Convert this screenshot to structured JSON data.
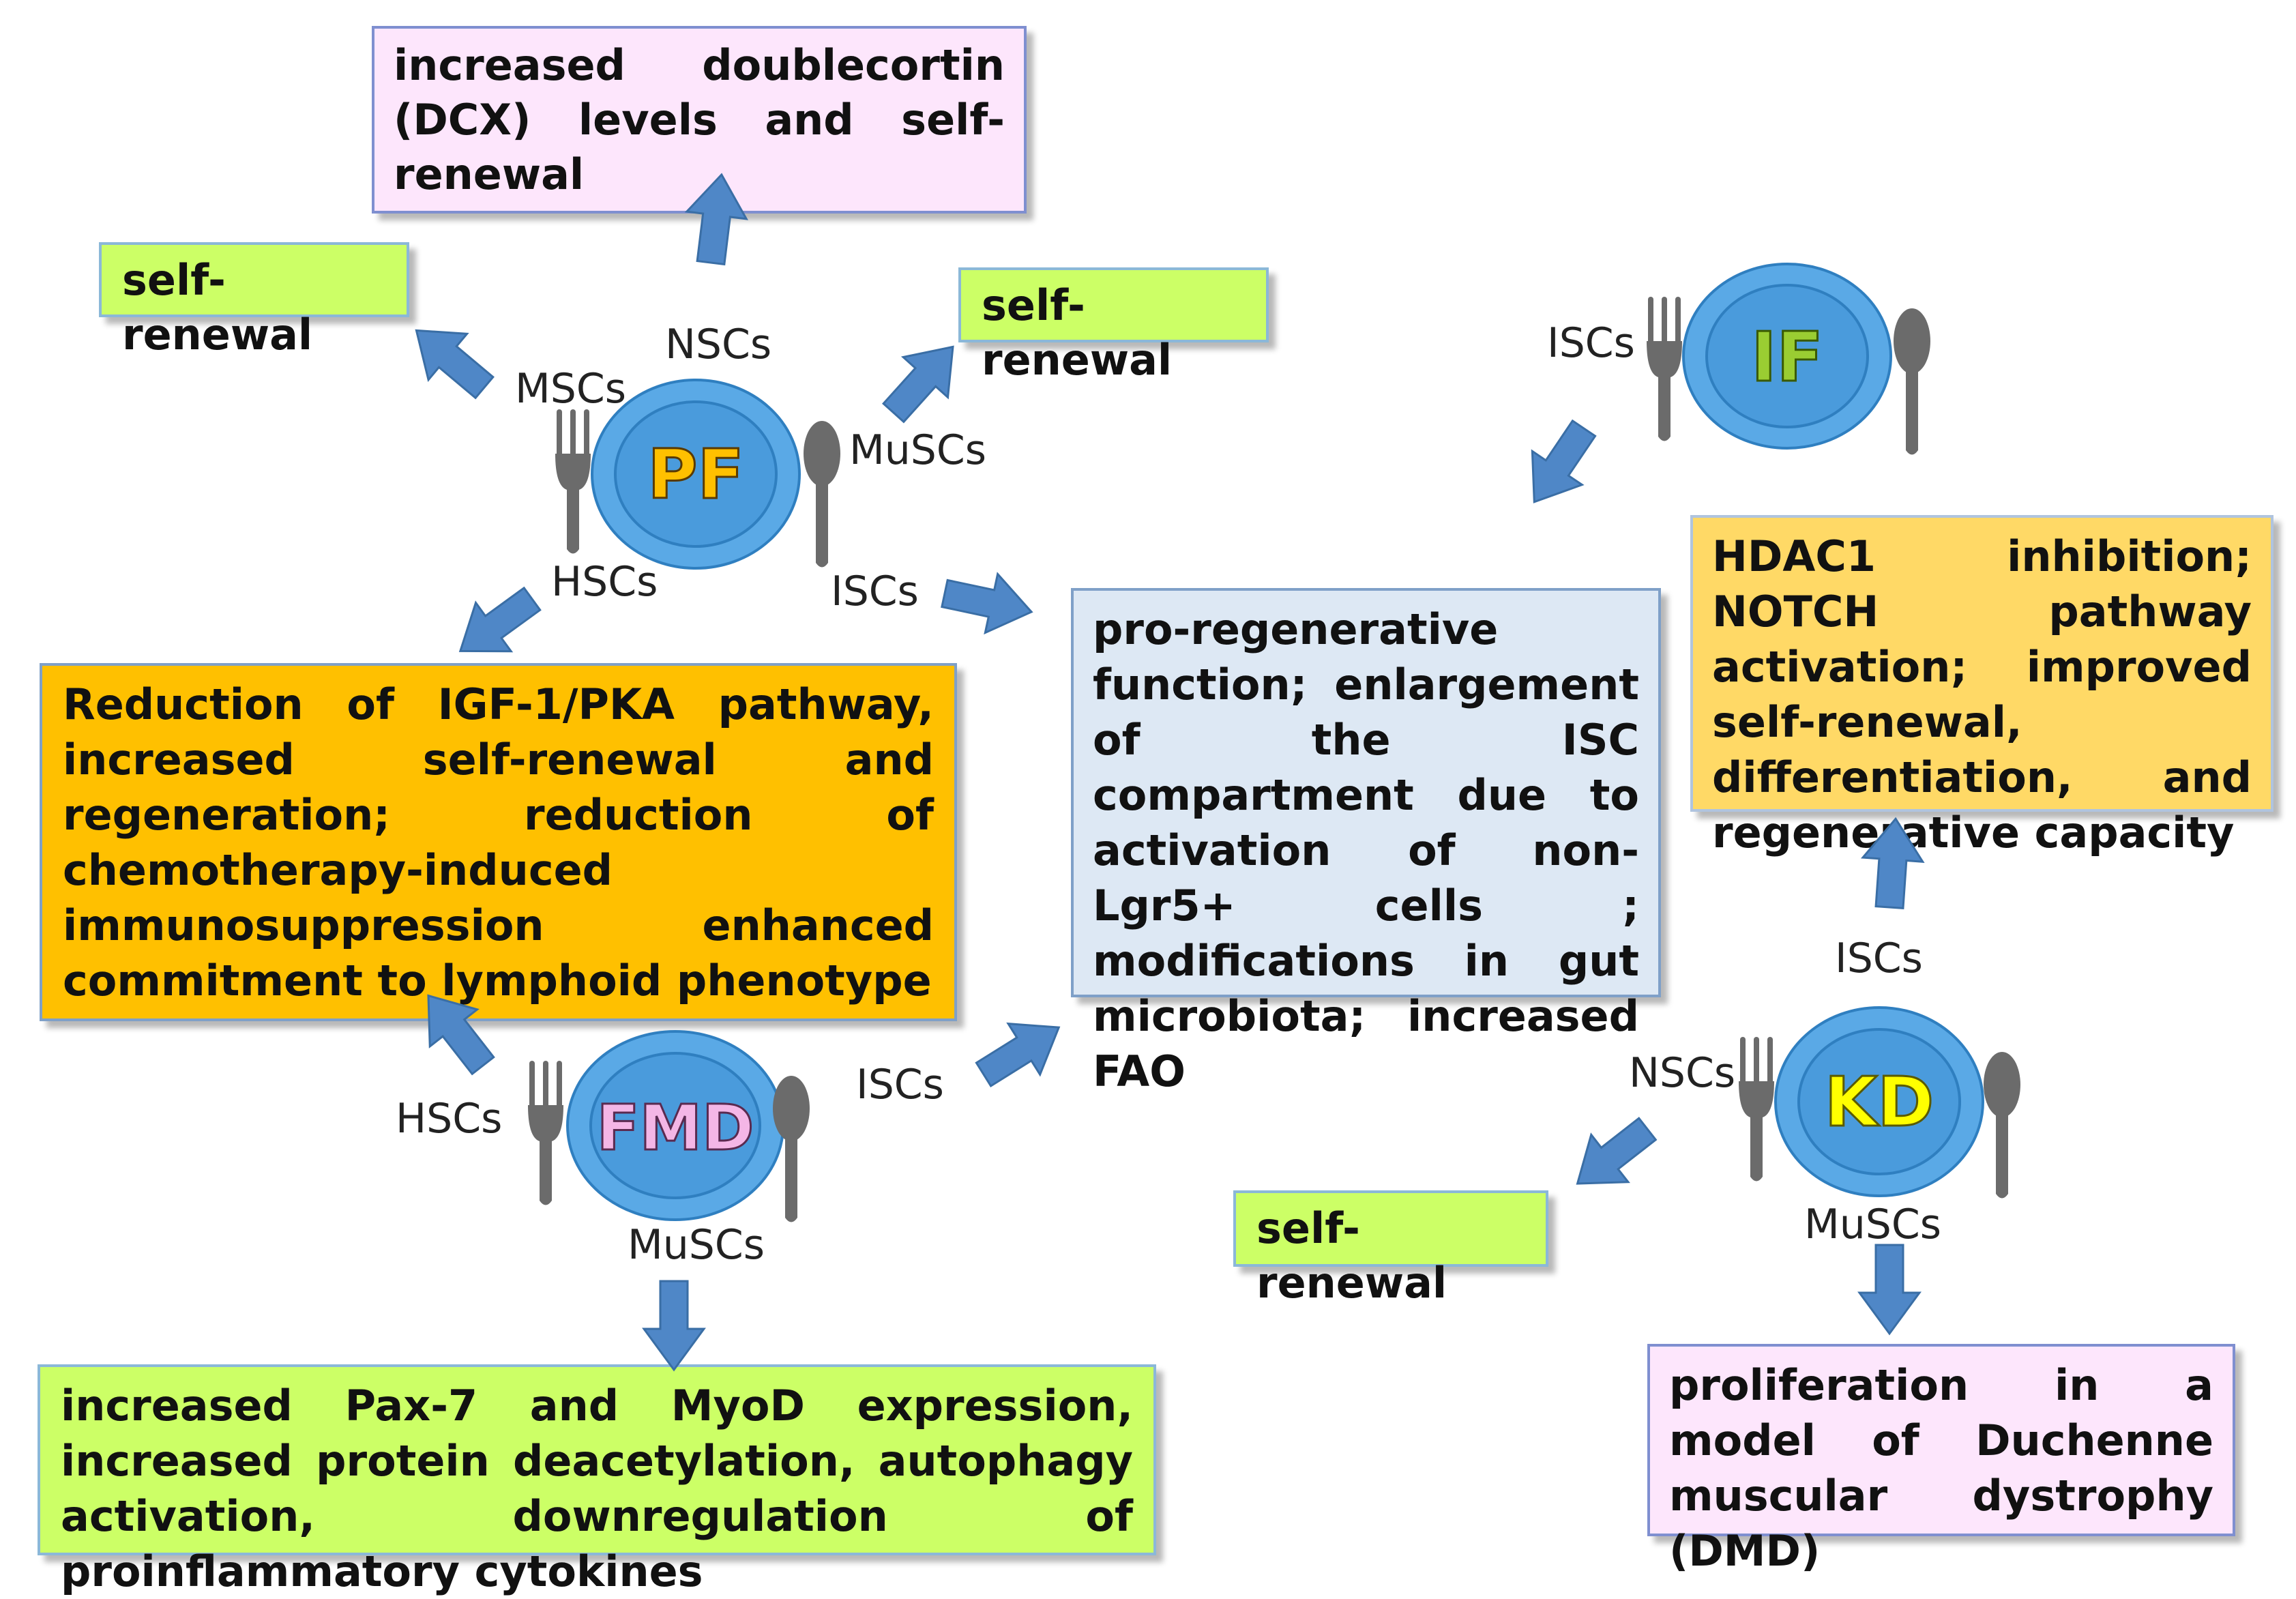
{
  "diets": {
    "pf": "PF",
    "fmd": "FMD",
    "if": "IF",
    "kd": "KD"
  },
  "cell_labels": {
    "pf_nscs": "NSCs",
    "pf_mscs": "MSCs",
    "pf_muscs": "MuSCs",
    "pf_hscs": "HSCs",
    "pf_iscs": "ISCs",
    "if_iscs": "ISCs",
    "fmd_hscs": "HSCs",
    "fmd_iscs": "ISCs",
    "fmd_muscs": "MuSCs",
    "kd_iscs": "ISCs",
    "kd_nscs": "NSCs",
    "kd_muscs": "MuSCs"
  },
  "boxes": {
    "nsc_effect": "increased doublecortin (DCX) levels and self-renewal",
    "msc_effect": "self-renewal",
    "musc_pf_effect": "self-renewal",
    "hsc_effect": "Reduction of IGF-1/PKA pathway, increased self-renewal and regeneration; reduction of chemotherapy-induced immunosuppression enhanced commitment to lymphoid phenotype",
    "isc_effect": "pro-regenerative function; enlargement of the ISC compartment due to activation of non-Lgr5+ cells ; modifications in gut microbiota; increased FAO",
    "kd_isc_effect": "HDAC1 inhibition; NOTCH pathway activation; improved self-renewal, differentiation, and regenerative capacity",
    "musc_fmd_effect": "increased Pax-7 and MyoD expression, increased protein deacetylation, autophagy activation, downregulation of proinflammatory cytokines",
    "kd_nsc_effect": "self-renewal",
    "kd_musc_effect": "proliferation in a model of Duchenne muscular dystrophy (DMD)"
  },
  "colors": {
    "arrow_fill": "#4f87c7",
    "arrow_stroke": "#3a6ea5",
    "plate_outer": "#5aa9e6",
    "plate_inner": "#4a9bdc",
    "utensil": "#6b6b6b",
    "box_pink_bg": "#fde6fc",
    "box_pink_border": "#7f8fd0",
    "box_green_bg": "#ccff66",
    "box_green_border": "#8bb8d8",
    "box_orange_bg": "#ffc000",
    "box_orange_border": "#7fa0c8",
    "box_blue_bg": "#dde8f4",
    "box_blue_border": "#7fa0c8",
    "box_lightorange_bg": "#ffd966",
    "box_lightorange_border": "#b0c4de",
    "pf_text": "#ffc000",
    "fmd_text": "#f4b6e6",
    "if_text": "#9acd32",
    "kd_text": "#ffff00"
  },
  "icons": [
    "fork-icon",
    "spoon-icon",
    "plate-icon",
    "arrow-icon"
  ]
}
